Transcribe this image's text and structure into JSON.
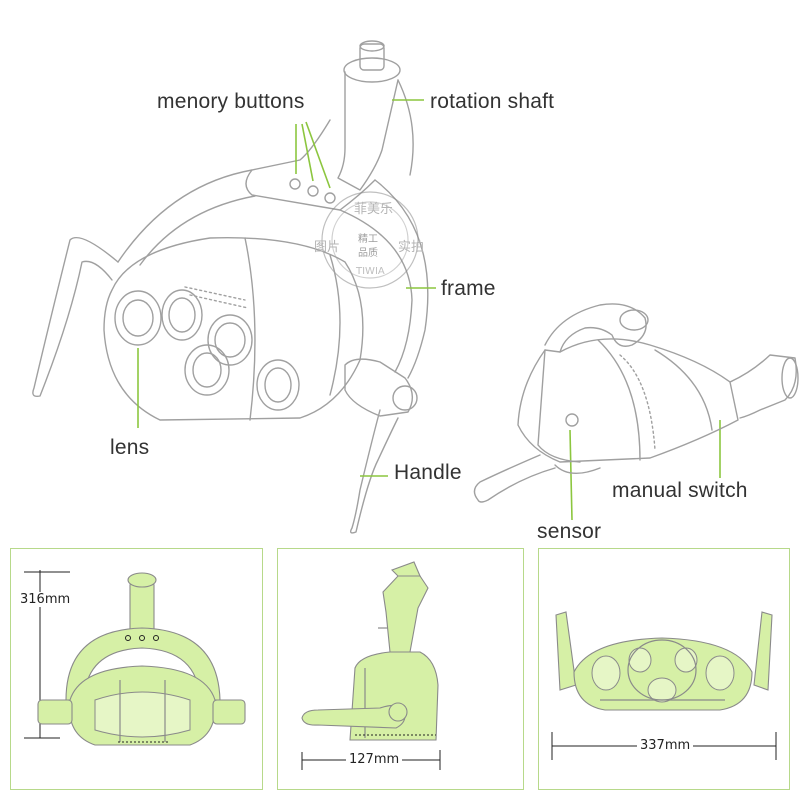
{
  "labels": {
    "memory_buttons": "menory buttons",
    "rotation_shaft": "rotation shaft",
    "frame": "frame",
    "lens": "lens",
    "handle": "Handle",
    "manual_switch": "manual switch",
    "sensor": "sensor"
  },
  "dimensions": {
    "height": "316mm",
    "depth": "127mm",
    "width": "337mm"
  },
  "watermark": {
    "top": "菲美乐",
    "left": "图片",
    "center1": "精工",
    "center2": "品质",
    "right": "实拍",
    "bottom": "TIWIA"
  },
  "colors": {
    "line": "#9a9a9a",
    "leader": "#8cc63f",
    "fill": "#d6f0a6",
    "panel_border": "#b7d98a"
  }
}
